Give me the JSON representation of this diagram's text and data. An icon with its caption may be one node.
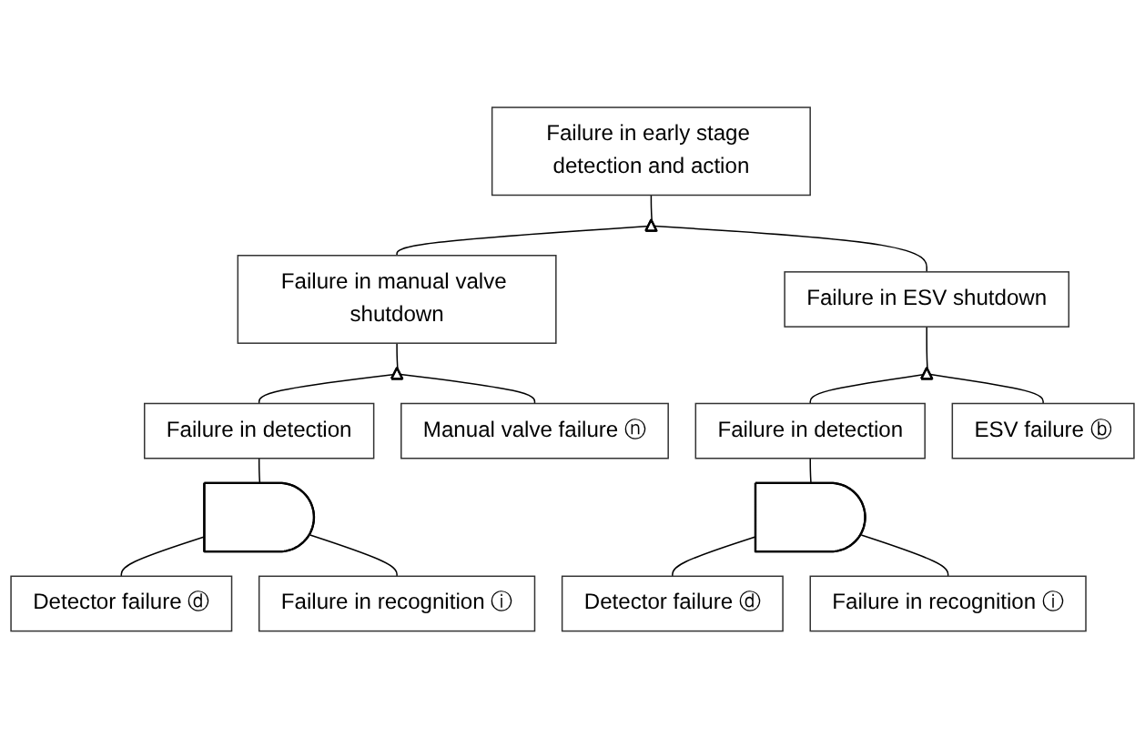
{
  "diagram": {
    "nodes": [
      {
        "text": [
          "Failure in early stage detection and action"
        ]
      },
      {
        "text": [],
        "shape": "or-gate"
      },
      {
        "text": [
          "Failure in manual valve shutdown"
        ]
      },
      {
        "text": [
          "Failure in ESV shutdown"
        ]
      },
      {
        "text": [],
        "shape": "or-gate"
      },
      {
        "text": [],
        "shape": "or-gate"
      },
      {
        "text": [
          "Failure in detection"
        ]
      },
      {
        "text": [
          "Manual valve failure ⓝ"
        ]
      },
      {
        "text": [
          "Failure in detection"
        ]
      },
      {
        "text": [
          "ESV failure ⓑ"
        ]
      },
      {
        "text": [],
        "shape": "and-gate"
      },
      {
        "text": [],
        "shape": "and-gate"
      },
      {
        "text": [
          "Detector failure ⓓ"
        ]
      },
      {
        "text": [
          "Failure in recognition ⓘ"
        ]
      },
      {
        "text": [
          "Detector failure ⓓ"
        ]
      },
      {
        "text": [
          "Failure in recognition ⓘ"
        ]
      }
    ],
    "edges": [
      {
        "from": 0,
        "to": 1,
        "arrow": "none"
      },
      {
        "from": 1,
        "to": 2,
        "arrow": "none"
      },
      {
        "from": 1,
        "to": 3,
        "arrow": "none"
      },
      {
        "from": 2,
        "to": 4,
        "arrow": "none"
      },
      {
        "from": 3,
        "to": 5,
        "arrow": "none"
      },
      {
        "from": 4,
        "to": 6,
        "arrow": "none"
      },
      {
        "from": 4,
        "to": 7,
        "arrow": "none"
      },
      {
        "from": 5,
        "to": 8,
        "arrow": "none"
      },
      {
        "from": 5,
        "to": 9,
        "arrow": "none"
      },
      {
        "from": 6,
        "to": 10,
        "arrow": "none"
      },
      {
        "from": 8,
        "to": 11,
        "arrow": "none"
      },
      {
        "from": 10,
        "to": 12,
        "arrow": "none"
      },
      {
        "from": 10,
        "to": 13,
        "arrow": "none"
      },
      {
        "from": 11,
        "to": 14,
        "arrow": "none"
      },
      {
        "from": 11,
        "to": 15,
        "arrow": "none"
      }
    ]
  }
}
